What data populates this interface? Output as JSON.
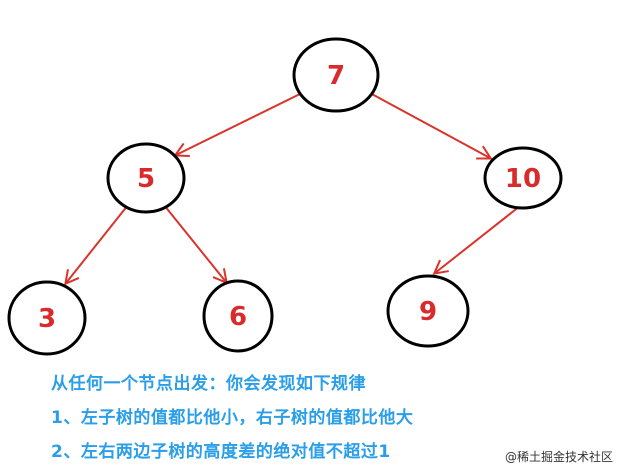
{
  "colors": {
    "edge": "#d9342b",
    "node_text": "#d92b2b",
    "node_border": "#000000",
    "note_text": "#2a9ee8"
  },
  "nodes": [
    {
      "id": "n7",
      "label": "7"
    },
    {
      "id": "n5",
      "label": "5"
    },
    {
      "id": "n10",
      "label": "10"
    },
    {
      "id": "n3",
      "label": "3"
    },
    {
      "id": "n6",
      "label": "6"
    },
    {
      "id": "n9",
      "label": "9"
    }
  ],
  "edges": [
    {
      "from": "n7",
      "to": "n5"
    },
    {
      "from": "n7",
      "to": "n10"
    },
    {
      "from": "n5",
      "to": "n3"
    },
    {
      "from": "n5",
      "to": "n6"
    },
    {
      "from": "n10",
      "to": "n9"
    }
  ],
  "notes": [
    "从任何一个节点出发：你会发现如下规律",
    "1、左子树的值都比他小，右子树的值都比他大",
    "2、左右两边子树的高度差的绝对值不超过1"
  ],
  "watermark": "@稀土掘金技术社区"
}
